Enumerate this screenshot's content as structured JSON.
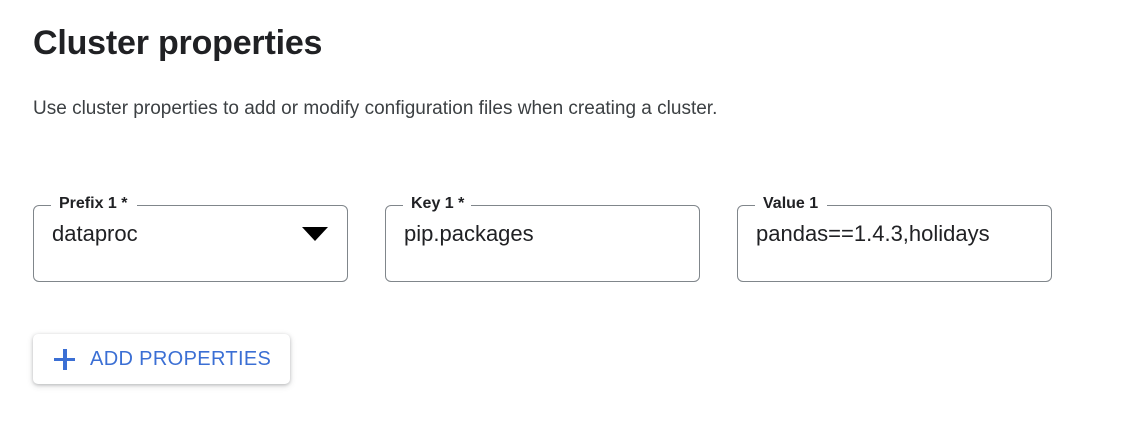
{
  "section": {
    "title": "Cluster properties",
    "description": "Use cluster properties to add or modify configuration files when creating a cluster."
  },
  "fields": [
    {
      "label": "Prefix 1 *",
      "value": "dataproc",
      "control": "select",
      "arrow_icon": "caret-down-icon",
      "required": true
    },
    {
      "label": "Key 1 *",
      "value": "pip.packages",
      "control": "text",
      "required": true
    },
    {
      "label": "Value 1",
      "value": "pandas==1.4.3,holidays",
      "control": "text",
      "required": false
    }
  ],
  "actions": {
    "add_properties": {
      "label": "ADD PROPERTIES",
      "icon": "plus-icon"
    }
  },
  "colors": {
    "accent": "#3b6fd4",
    "text_primary": "#202124",
    "text_secondary": "#3c4043",
    "border": "#80868b",
    "background": "#ffffff"
  }
}
